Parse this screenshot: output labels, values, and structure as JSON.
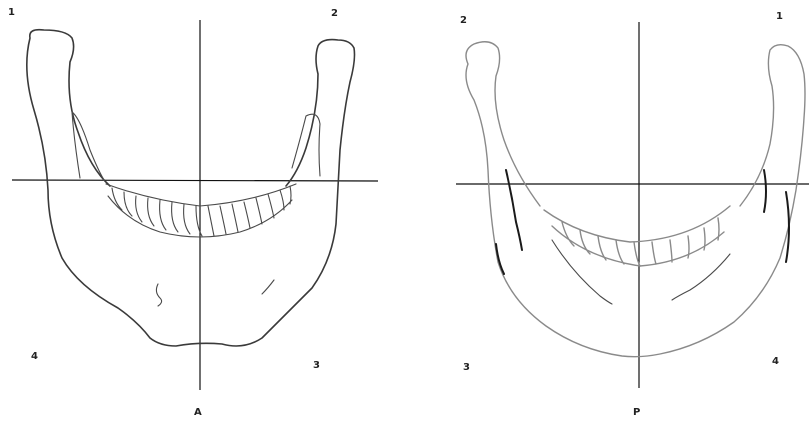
{
  "panel_a": {
    "caption": "A",
    "quadrants": {
      "top_left": "1",
      "top_right": "2",
      "bottom_right": "3",
      "bottom_left": "4"
    }
  },
  "panel_p": {
    "caption": "P",
    "quadrants": {
      "top_left": "2",
      "top_right": "1",
      "bottom_left": "3",
      "bottom_right": "4"
    }
  }
}
